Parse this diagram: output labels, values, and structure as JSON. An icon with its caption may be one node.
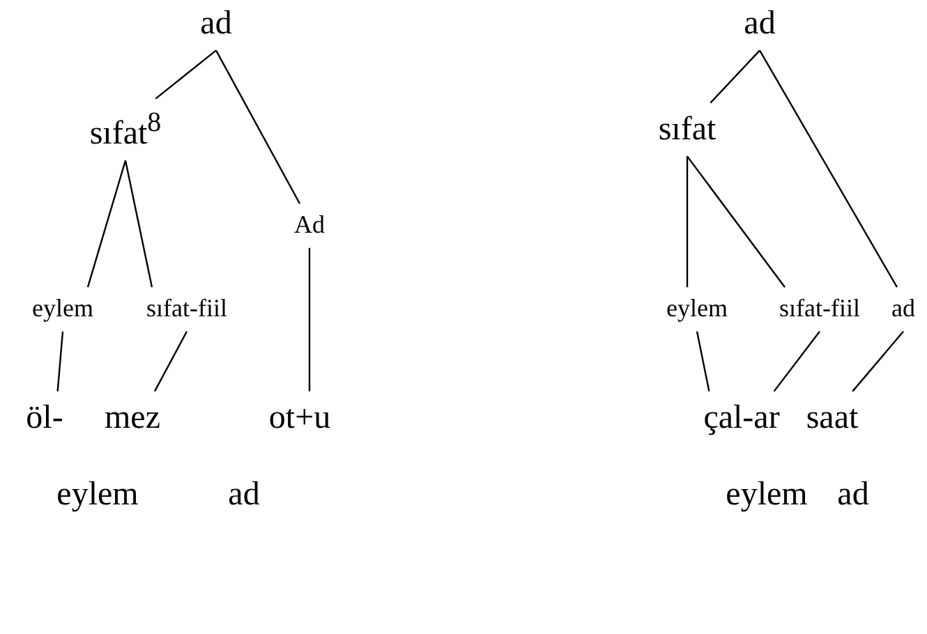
{
  "diagram": {
    "nodes": [
      {
        "text": [
          "ad"
        ]
      },
      {
        "text": [
          "sıfat$^{8}$"
        ]
      },
      {
        "text": [
          "Ad"
        ]
      },
      {
        "text": [
          "eylem"
        ]
      },
      {
        "text": [
          "sıfat-fiil"
        ]
      },
      {
        "text": [
          "öl-"
        ]
      },
      {
        "text": [
          "mez"
        ]
      },
      {
        "text": [
          "ot+u"
        ]
      },
      {
        "text": [
          "ad"
        ]
      },
      {
        "text": [
          "sıfat"
        ]
      },
      {
        "text": [
          "eylem"
        ]
      },
      {
        "text": [
          "sıfat-fiil"
        ]
      },
      {
        "text": [
          "ad"
        ]
      },
      {
        "text": [
          "çal-ar"
        ]
      },
      {
        "text": [
          "saat"
        ]
      }
    ],
    "edges": [
      {
        "from": 0,
        "to": 1,
        "arrow": "none"
      },
      {
        "from": 0,
        "to": 2,
        "arrow": "none"
      },
      {
        "from": 1,
        "to": 3,
        "arrow": "none"
      },
      {
        "from": 1,
        "to": 4,
        "arrow": "none"
      },
      {
        "from": 3,
        "to": 5,
        "arrow": "none"
      },
      {
        "from": 4,
        "to": 6,
        "arrow": "none"
      },
      {
        "from": 2,
        "to": 7,
        "arrow": "none"
      },
      {
        "from": 8,
        "to": 9,
        "arrow": "none"
      },
      {
        "from": 8,
        "to": 12,
        "arrow": "none"
      },
      {
        "from": 9,
        "to": 10,
        "arrow": "none"
      },
      {
        "from": 9,
        "to": 11,
        "arrow": "none"
      },
      {
        "from": 10,
        "to": 13,
        "arrow": "none"
      },
      {
        "from": 11,
        "to": 13,
        "arrow": "none"
      },
      {
        "from": 12,
        "to": 14,
        "arrow": "none"
      }
    ],
    "labels": [
      "eylem",
      "ad",
      "eylem",
      "ad"
    ]
  }
}
